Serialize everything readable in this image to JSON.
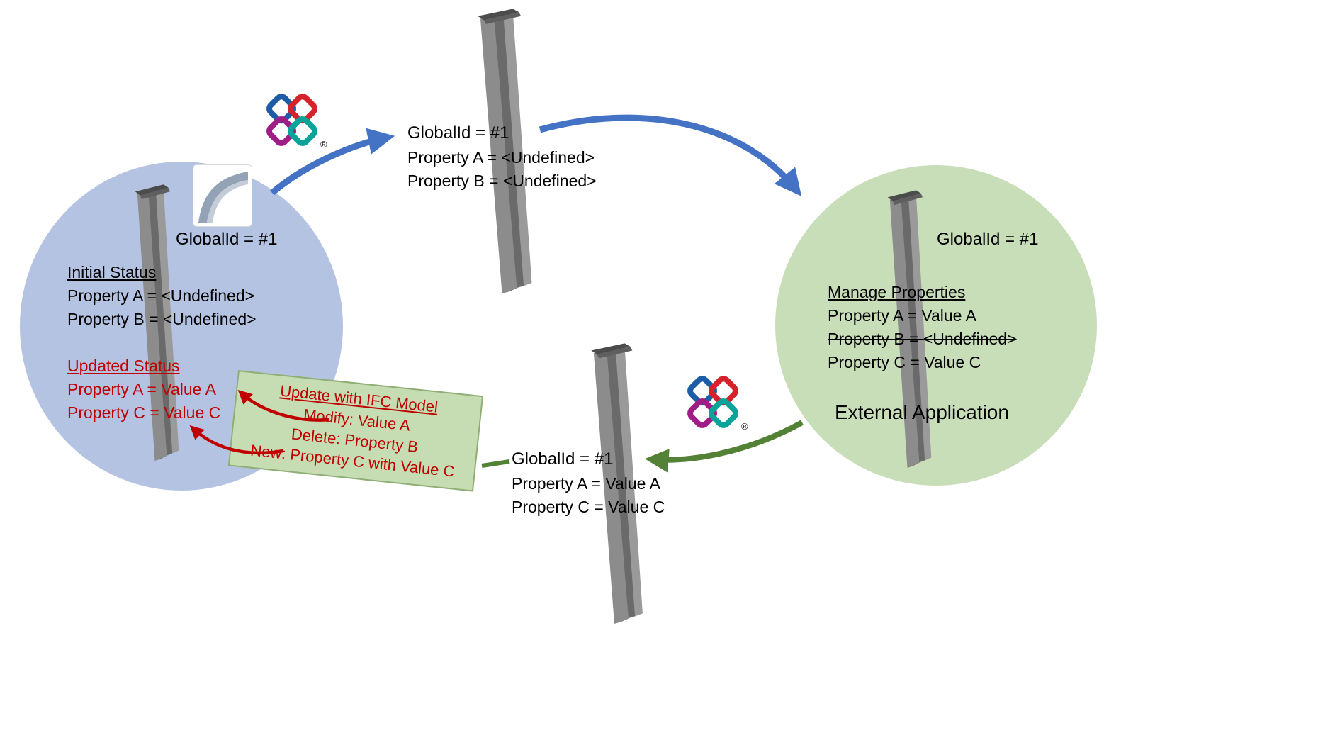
{
  "diagram": {
    "ifc_export": {
      "global_id": "GlobalId = #1",
      "property_a": "Property A = <Undefined>",
      "property_b": "Property B = <Undefined>"
    },
    "authoring_app": {
      "global_id": "GlobalId = #1",
      "initial_status": {
        "title": "Initial Status",
        "property_a": "Property A = <Undefined>",
        "property_b": "Property B = <Undefined>"
      },
      "updated_status": {
        "title": "Updated Status",
        "property_a": "Property A = Value A",
        "property_c": "Property C = Value C"
      }
    },
    "external_app": {
      "global_id": "GlobalId = #1",
      "manage_properties": {
        "title": "Manage Properties",
        "property_a": "Property A = Value A",
        "property_b_removed": "Property B = <Undefined>",
        "property_c": "Property C = Value C"
      },
      "label": "External Application"
    },
    "ifc_return": {
      "global_id": "GlobalId = #1",
      "property_a": "Property A = Value A",
      "property_c": "Property C = Value C"
    },
    "update_note": {
      "title": "Update with IFC Model",
      "modify": "Modify: Value A",
      "delete": "Delete: Property B",
      "new": "New: Property C with Value C"
    },
    "marks": {
      "registered": "®"
    },
    "colors": {
      "authoring_circle_fill": "#b5c3e3",
      "external_circle_fill": "#c8deb8",
      "note_fill": "#c6ddb4",
      "arrow_blue": "#4472c4",
      "arrow_green": "#538135",
      "accent_red": "#c00000",
      "ifc_blue": "#1d5da8",
      "ifc_red": "#d6222b",
      "ifc_magenta": "#a01d86",
      "ifc_teal": "#0aa39a"
    }
  }
}
